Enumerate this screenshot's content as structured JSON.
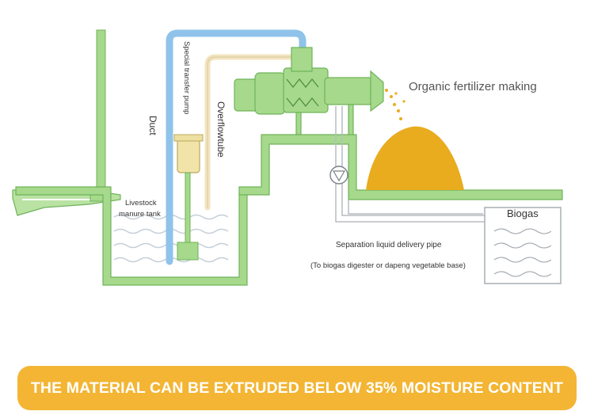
{
  "labels": {
    "duct": "Duct",
    "pump": "Special transfer pump",
    "overflow": "Overflowtube",
    "livestock_line1": "Livestock",
    "livestock_line2": "manure tank",
    "fertilizer": "Organic fertilizer making",
    "biogas": "Biogas",
    "pipe_line1": "Separation liquid delivery pipe",
    "pipe_line2": "(To biogas digester or dapeng vegetable base)"
  },
  "banner": {
    "text": "THE MATERIAL CAN BE EXTRUDED BELOW 35% MOISTURE CONTENT"
  },
  "colors": {
    "structure_green": "#a6d98b",
    "structure_stroke": "#6fb35a",
    "duct_blue": "#8fc3ea",
    "overflow_cream": "#f2e4bf",
    "pile_gold": "#e9ac1f",
    "banner_orange": "#f3b533",
    "water_wave": "#c5cfd8"
  }
}
